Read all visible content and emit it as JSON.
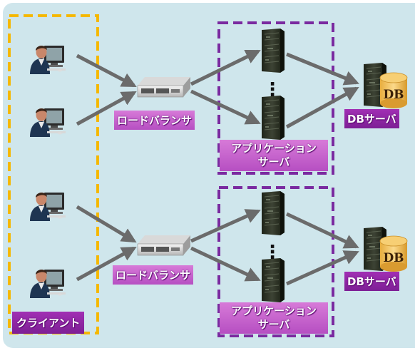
{
  "labels": {
    "client": "クライアント",
    "load_balancer": "ロードバランサ",
    "app_server_line1": "アプリケーション",
    "app_server_line2": "サーバ",
    "db_server": "DBサーバ",
    "db_badge": "DB",
    "ellipsis": "⋮"
  },
  "groups": [
    {
      "load_balancer_label": "ロードバランサ",
      "app_server_line1": "アプリケーション",
      "app_server_line2": "サーバ",
      "db_server_label": "DBサーバ",
      "db_badge": "DB"
    },
    {
      "load_balancer_label": "ロードバランサ",
      "app_server_line1": "アプリケーション",
      "app_server_line2": "サーバ",
      "db_server_label": "DBサーバ",
      "db_badge": "DB"
    }
  ],
  "colors": {
    "background": "#cfe6ec",
    "client_group_border": "#f5b800",
    "app_group_border": "#7a2aa0",
    "arrow": "#6b6b6b",
    "label_magenta": "#c45ccb",
    "label_purple": "#8a1fa0",
    "db_cylinder": "#f3c563"
  }
}
